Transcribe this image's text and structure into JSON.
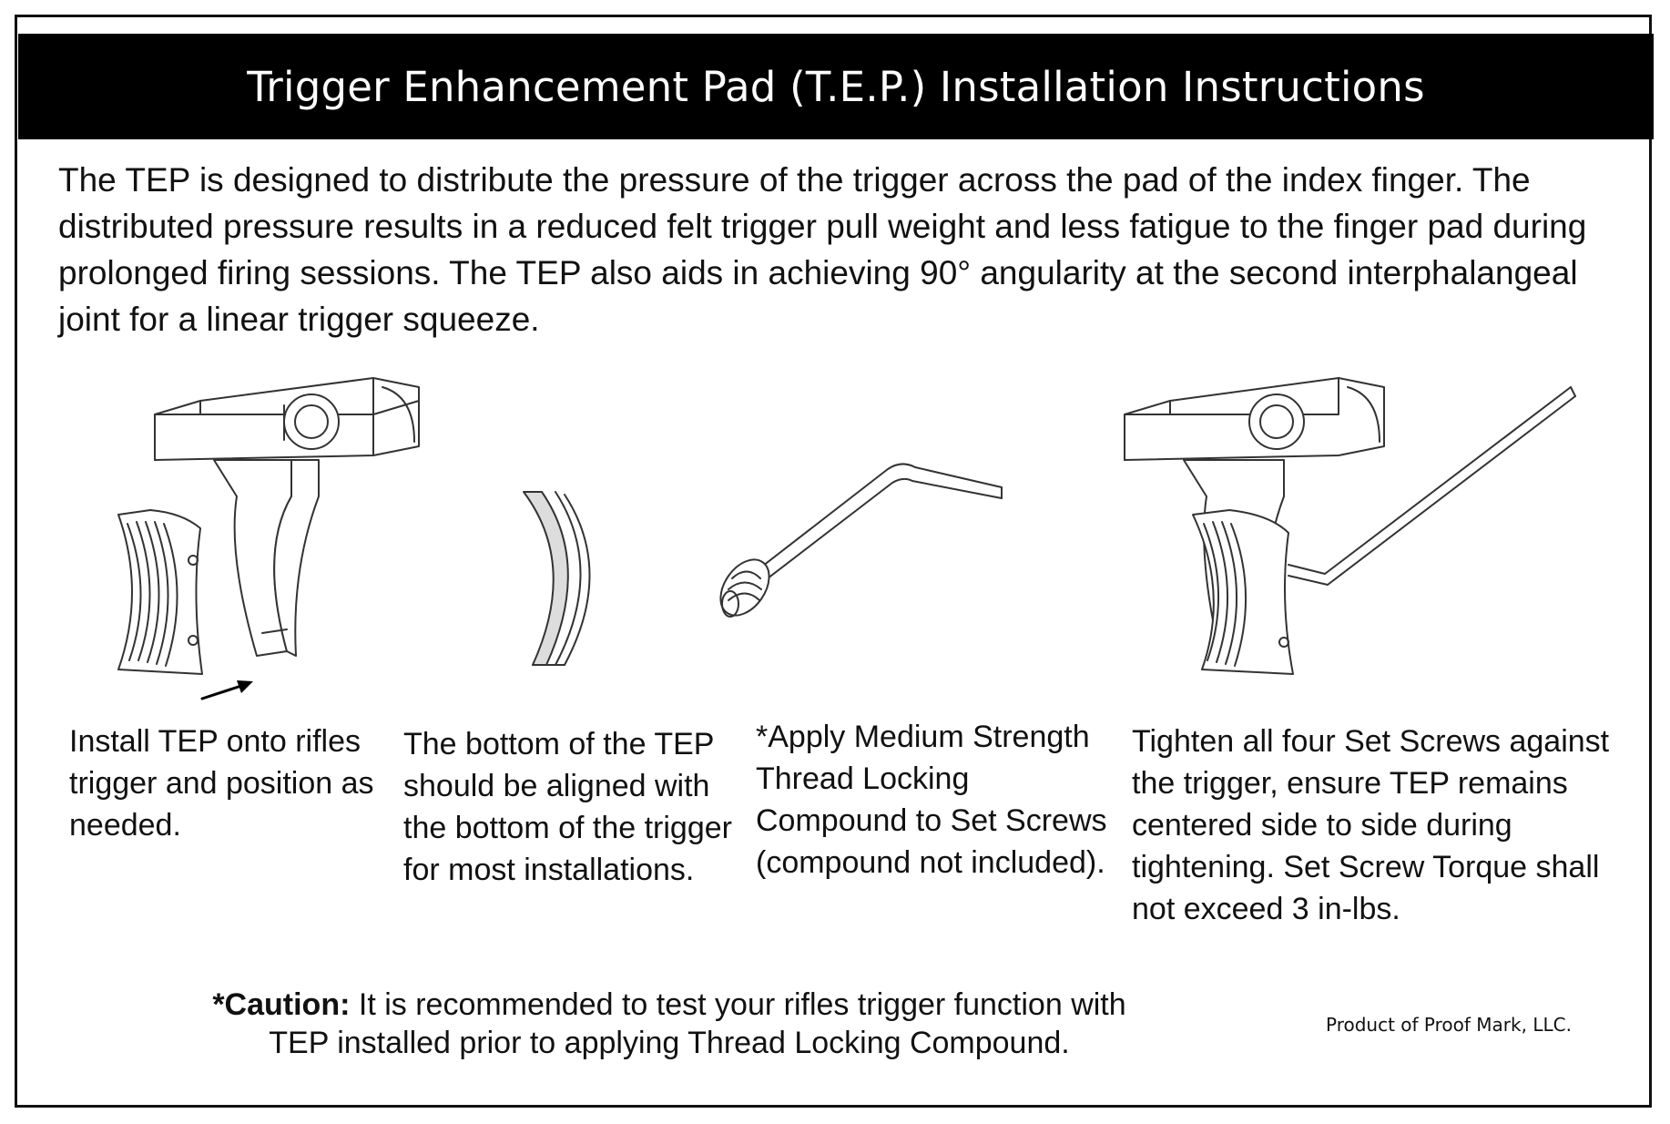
{
  "title": "Trigger Enhancement Pad (T.E.P.) Installation Instructions",
  "intro": "The TEP is designed to distribute the pressure of the trigger across the pad of the index finger.  The distributed pressure results in a reduced felt trigger pull weight and less fatigue to the finger pad during prolonged firing sessions.  The TEP also aids in achieving 90° angularity at the second interphalangeal joint for a linear trigger squeeze.",
  "steps": [
    {
      "text": "Install TEP onto rifles trigger and position as needed."
    },
    {
      "text": "The bottom of the TEP should be aligned with the bottom of the trigger for most installations."
    },
    {
      "text": "*Apply Medium Strength Thread Locking Compound to Set Screws (compound not included)."
    },
    {
      "text": "Tighten all four Set Screws against the trigger, ensure TEP remains centered side to side during tightening. Set Screw Torque shall not exceed 3 in-lbs."
    }
  ],
  "caution": {
    "label": "*Caution:",
    "text": " It is recommended to test your rifles trigger function with TEP installed prior to applying Thread Locking Compound."
  },
  "credit": "Product of Proof Mark, LLC."
}
